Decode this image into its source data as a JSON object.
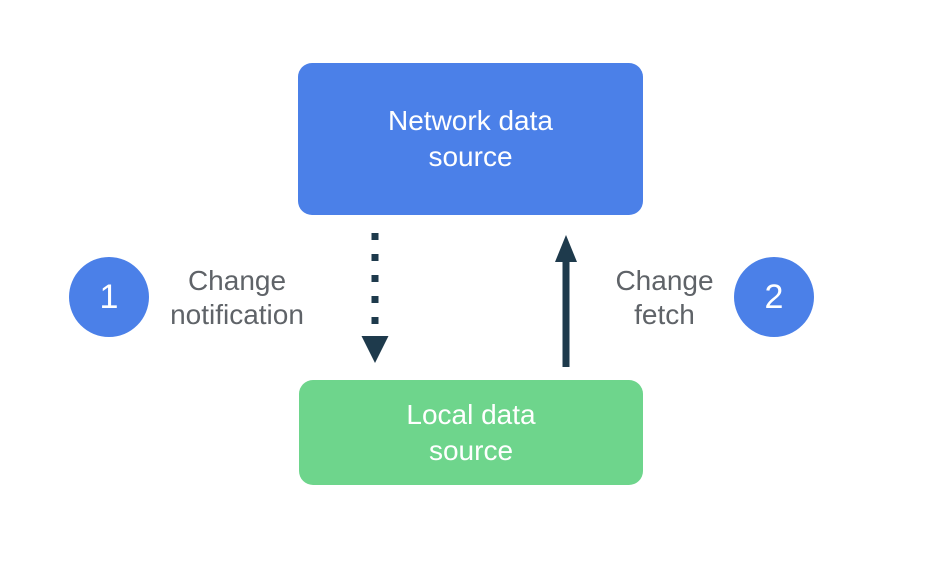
{
  "colors": {
    "network_box": "#4b80e8",
    "local_box": "#6ed58c",
    "arrow": "#1e3a4c",
    "label_text": "#5f6368",
    "box_text": "#ffffff",
    "badge": "#4b80e8"
  },
  "diagram": {
    "network_box": {
      "label": "Network data source"
    },
    "local_box": {
      "label": "Local data source"
    },
    "arrows": {
      "change_notification": {
        "style": "dotted",
        "direction": "down"
      },
      "change_fetch": {
        "style": "solid",
        "direction": "up"
      }
    },
    "steps": [
      {
        "number": "1",
        "label": "Change notification"
      },
      {
        "number": "2",
        "label": "Change fetch"
      }
    ]
  }
}
